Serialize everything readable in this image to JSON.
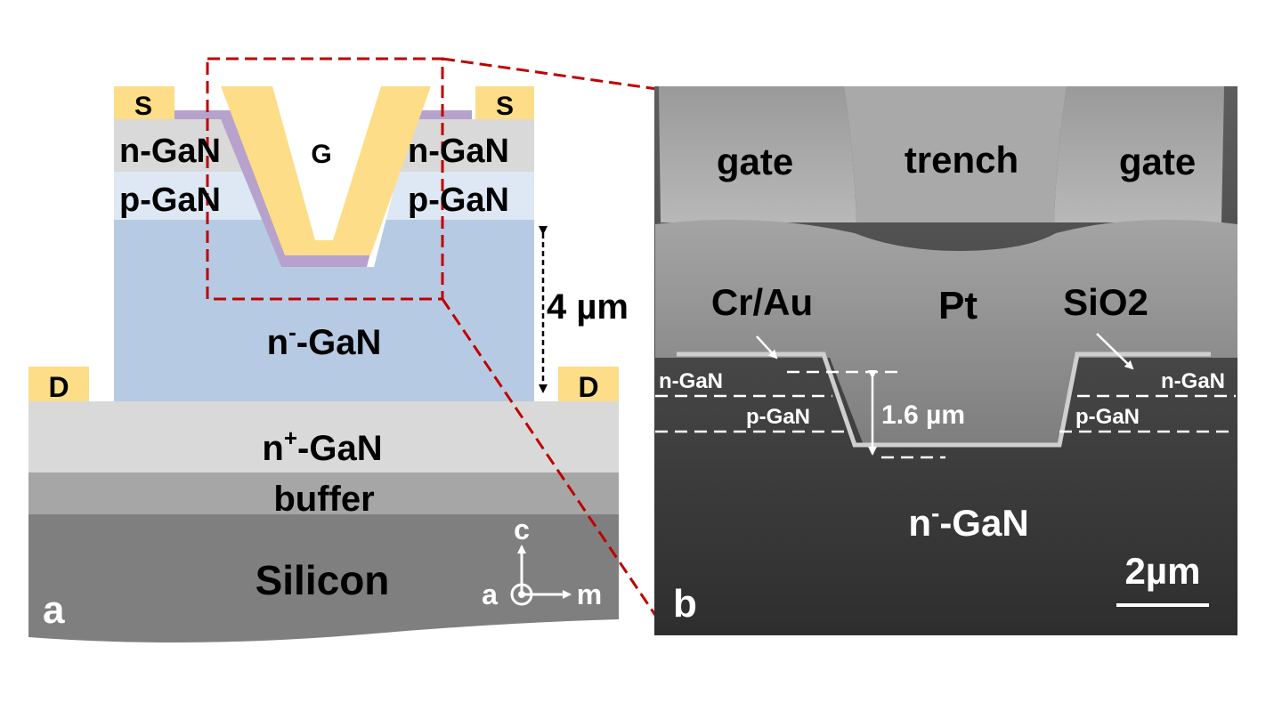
{
  "panel_a": {
    "panel_letter": "a",
    "source_left": "S",
    "source_right": "S",
    "gate": "G",
    "n_gan_left": "n-GaN",
    "n_gan_right": "n-GaN",
    "p_gan_left": "p-GaN",
    "p_gan_right": "p-GaN",
    "drift_base": "n",
    "drift_sup": "-",
    "drift_rest": "-GaN",
    "thickness": "4 µm",
    "drain_left": "D",
    "drain_right": "D",
    "contact_base": "n",
    "contact_sup": "+",
    "contact_rest": "-GaN",
    "buffer": "buffer",
    "substrate": "Silicon",
    "axis_c": "c",
    "axis_a": "a",
    "axis_m": "m",
    "colors": {
      "contact_metal": "#fddd88",
      "gate_dielectric": "#b6a2cc",
      "n_gan": "#d9d9d9",
      "p_gan": "#dde8f4",
      "drift": "#b6cbe3",
      "n_plus": "#d9d9d9",
      "buffer": "#a6a6a6",
      "silicon": "#7f7f7f",
      "zoom_box": "#c00000"
    }
  },
  "panel_b": {
    "panel_letter": "b",
    "gate_left": "gate",
    "trench": "trench",
    "gate_right": "gate",
    "metal": "Cr/Au",
    "pt": "Pt",
    "oxide": "SiO2",
    "n_gan_left": "n-GaN",
    "n_gan_right": "n-GaN",
    "p_gan_left": "p-GaN",
    "p_gan_right": "p-GaN",
    "depth": "1.6 µm",
    "drift_base": "n",
    "drift_sup": "-",
    "drift_rest": "-GaN",
    "scale_bar": "2µm"
  }
}
